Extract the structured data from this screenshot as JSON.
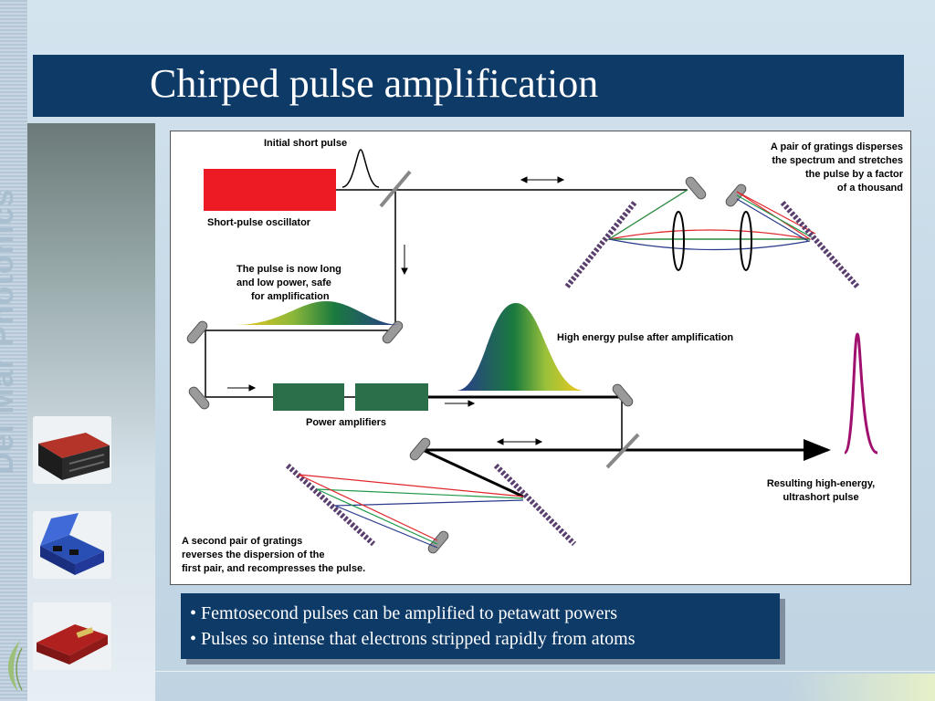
{
  "slide": {
    "title": "Chirped pulse amplification",
    "brand": "Del Mar Photonics",
    "bullets": [
      "• Femtosecond pulses can be amplified to petawatt powers",
      "• Pulses so intense that electrons stripped rapidly from atoms"
    ]
  },
  "diagram": {
    "labels": {
      "initial_pulse": "Initial short pulse",
      "oscillator": "Short-pulse oscillator",
      "grating_pair_1": [
        "A pair of gratings disperses",
        "the spectrum and stretches",
        "the pulse by a factor",
        "of a thousand"
      ],
      "stretched_pulse": [
        "The pulse is now long",
        "and low power, safe",
        "for amplification"
      ],
      "high_energy": "High energy pulse after amplification",
      "amplifiers": "Power amplifiers",
      "result": [
        "Resulting high-energy,",
        "ultrashort pulse"
      ],
      "grating_pair_2": [
        "A second pair of gratings",
        "reverses the dispersion of the",
        "first pair, and recompresses the pulse."
      ]
    },
    "colors": {
      "oscillator": "#ed1c24",
      "amplifier": "#2a6e4a",
      "beam": "#000000",
      "grating": "#5a3e6e",
      "mirror": "#888888",
      "red_ray": "#e0262c",
      "green_ray": "#1f9a4a",
      "blue_ray": "#2a3a8c",
      "output_pulse": "#a0106e",
      "title_bar": "#0e3a68"
    }
  },
  "icons": [
    "left-strip-pattern",
    "leaf-logo-icon",
    "laser-box-photo",
    "blue-case-photo",
    "red-laser-photo"
  ]
}
